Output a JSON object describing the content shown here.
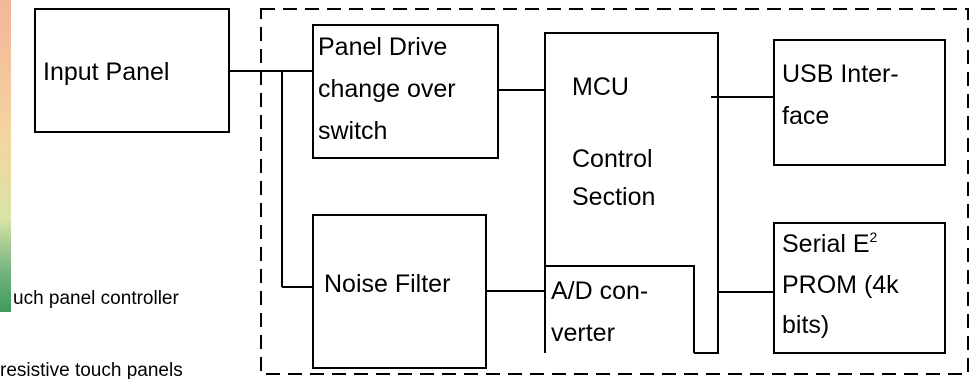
{
  "blocks": {
    "input_panel": "Input Panel",
    "panel_drive": [
      "Panel Drive",
      "change over",
      "switch"
    ],
    "noise_filter": "Noise Filter",
    "mcu": [
      "MCU",
      "Control",
      "Section"
    ],
    "ad_converter": [
      "A/D con-",
      "verter"
    ],
    "usb": [
      "USB Inter-",
      "face"
    ],
    "eeprom": {
      "line1": "Serial E",
      "line1_sup": "2",
      "line2": "PROM (4k",
      "line3": "bits)"
    }
  },
  "captions": {
    "controller": "uch panel controller",
    "panels": "resistive touch panels"
  },
  "colors": {
    "line": "#000000",
    "photo_strip": [
      "#f4b59a",
      "#f3d6a0",
      "#d9e3a6",
      "#6fb17d",
      "#3f9a5c"
    ]
  }
}
